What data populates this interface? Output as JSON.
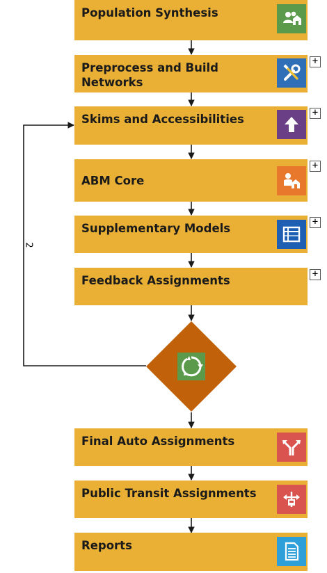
{
  "workflow": {
    "steps": [
      {
        "label": "Population Synthesis",
        "icon": "people-home-icon",
        "tile_color": "#5a9a4a",
        "expandable": false
      },
      {
        "label": "Preprocess and Build Networks",
        "icon": "wrench-screwdriver-icon",
        "tile_color": "#2f6fb8",
        "expandable": true
      },
      {
        "label": "Skims and Accessibilities",
        "icon": "up-arrow-icon",
        "tile_color": "#6b3f86",
        "expandable": true
      },
      {
        "label": "ABM Core",
        "icon": "person-house-icon",
        "tile_color": "#e8792c",
        "expandable": true
      },
      {
        "label": "Supplementary Models",
        "icon": "table-grid-icon",
        "tile_color": "#1f5fb3",
        "expandable": true
      },
      {
        "label": "Feedback Assignments",
        "icon": "",
        "tile_color": "",
        "expandable": true
      },
      {
        "label": "Final Auto Assignments",
        "icon": "merge-arrows-icon",
        "tile_color": "#d9534f",
        "expandable": false
      },
      {
        "label": "Public Transit Assignments",
        "icon": "bus-branch-icon",
        "tile_color": "#d9534f",
        "expandable": false
      },
      {
        "label": "Reports",
        "icon": "document-icon",
        "tile_color": "#2f9fd9",
        "expandable": false
      }
    ],
    "expander_symbol": "+",
    "loop": {
      "count": "2",
      "decision_icon": "recycle-icon",
      "decision_color": "#c1620a",
      "decision_icon_color": "#5a9a4a"
    },
    "colors": {
      "step_fill": "#e9b035",
      "connector": "#1a1a1a"
    }
  }
}
